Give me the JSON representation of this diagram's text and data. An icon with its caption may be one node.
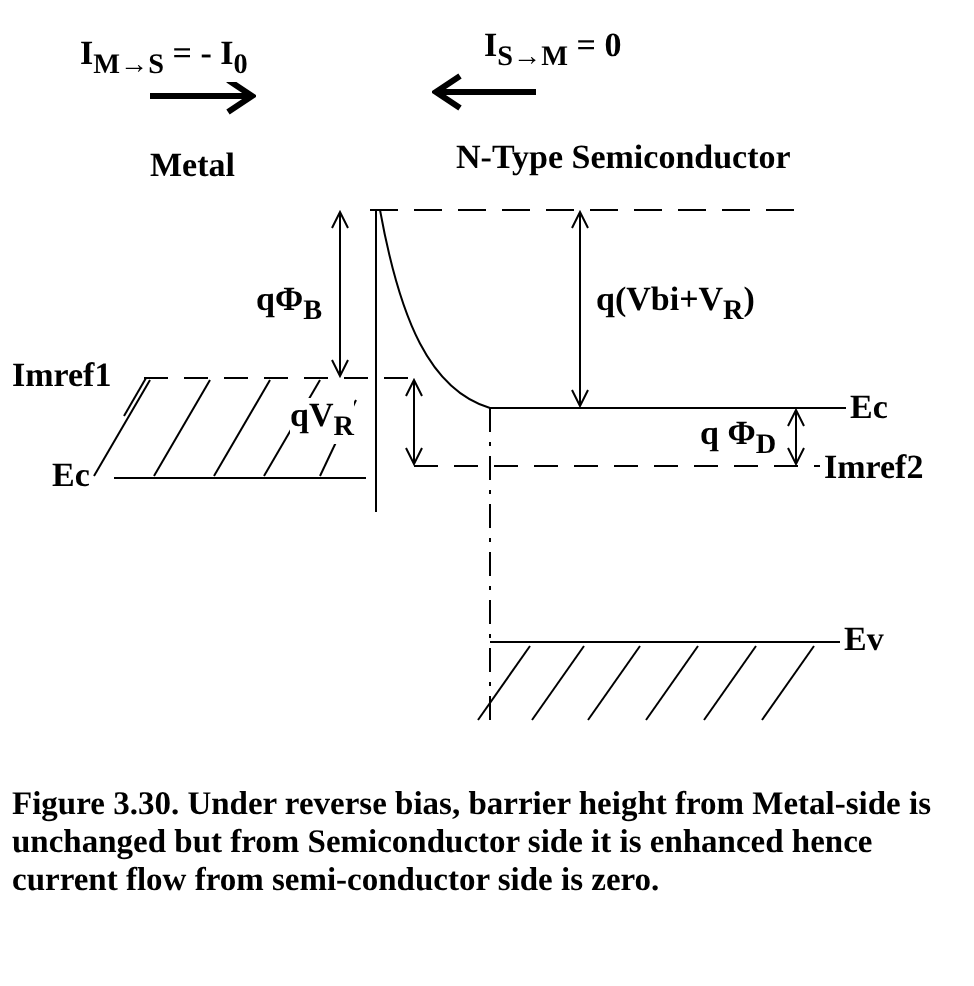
{
  "diagram": {
    "caption": "Figure 3.30. Under reverse bias, barrier height from Metal-side is unchanged but from Semiconductor side it is enhanced hence current flow from semi-conductor side is zero.",
    "labels": [
      "I$_{M→S}$ = - I$_{0}$",
      "I$_{S→M}$ = 0",
      "Metal",
      "N-Type Semiconductor",
      "qΦ$_{B}$",
      "q(Vbi+V$_{R}$)",
      "Imref1",
      "Ec",
      "qV$_{R}$",
      "q Φ$_{D}$",
      "Ec",
      "Imref2",
      "Ev"
    ]
  }
}
